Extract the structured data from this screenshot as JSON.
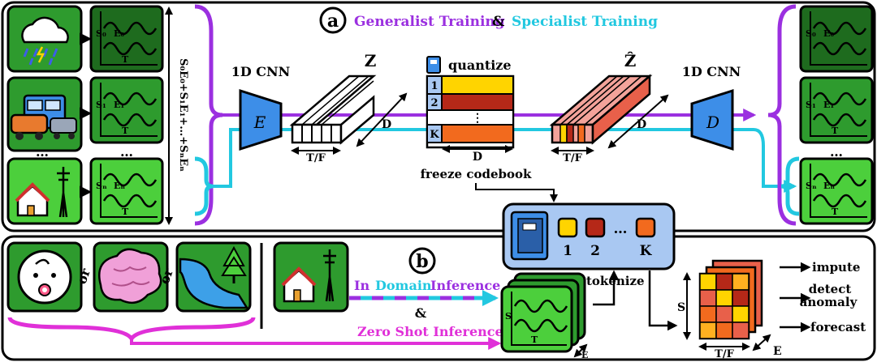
{
  "panel_a": {
    "badge": "a",
    "title_generalist": "Generalist Training",
    "title_amp": "&",
    "title_specialist": "Specialist Training",
    "encoder_label": "1D CNN",
    "encoder_symbol": "E",
    "decoder_label": "1D CNN",
    "decoder_symbol": "D",
    "z_label": "Z",
    "zhat_label": "Ẑ",
    "quantize_label": "quantize",
    "codebook_rows": [
      "1",
      "2",
      "K"
    ],
    "codebook_dots": "⋮",
    "d_label": "D",
    "tf_label": "T/F",
    "freeze_label": "freeze codebook",
    "vertical_sum": "S₀E₀+S₁E₁+…+SₙEₙ",
    "series_S0": "S₀",
    "series_E0": "E₀",
    "series_S1": "S₁",
    "series_E1": "E₁",
    "series_Sn": "Sₙ",
    "series_En": "Eₙ",
    "series_T": "T",
    "ellipsis": "…",
    "colors": {
      "generalist": "#9b30e0",
      "specialist": "#22c8e0",
      "encoder": "#3d8ee8",
      "codebook_box": "#a9c8f2",
      "green_dark": "#1e6b1e",
      "green_mid": "#2e9b2e",
      "green_light": "#4ccf3c"
    }
  },
  "codebook_box": {
    "tokens": [
      "1",
      "2",
      "K"
    ],
    "dots": "…"
  },
  "panel_b": {
    "badge": "b",
    "or": "or",
    "in_domain_in": "In",
    "in_domain_domain": "Domain",
    "in_domain_inference": "Inference",
    "amp": "&",
    "zero_shot": "Zero Shot Inference",
    "tokenize": "tokenize",
    "s_label": "S",
    "e_label": "E",
    "t_label": "T",
    "tf_label": "T/F",
    "outputs": [
      "impute",
      "detect anomaly",
      "forecast"
    ],
    "colors": {
      "zero_shot": "#e030d8",
      "in_domain_in": "#9b30e0",
      "in_domain_domain": "#22c8e0"
    }
  }
}
